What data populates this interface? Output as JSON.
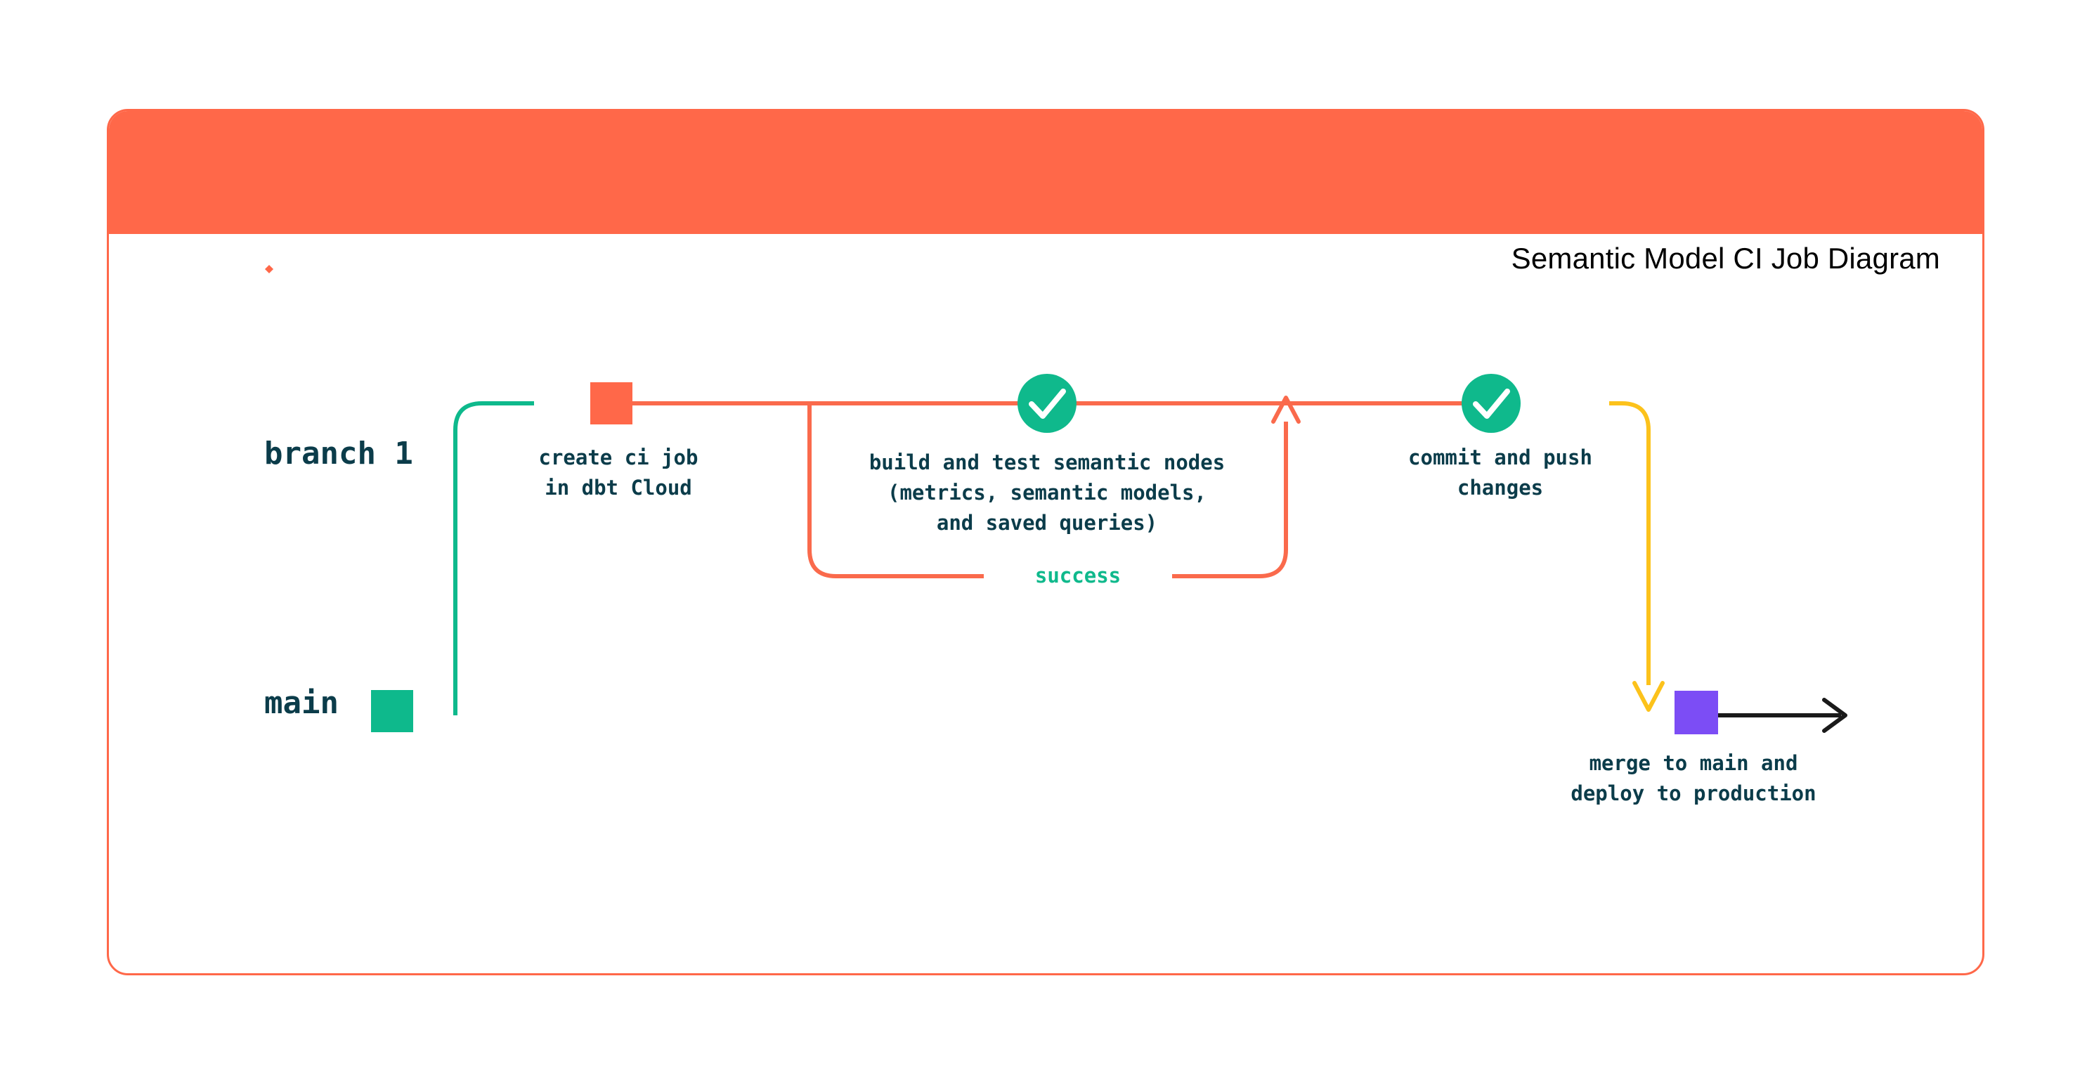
{
  "card": {
    "title": "Semantic Model CI Job Diagram",
    "logo_icon": "dbt-logo-icon",
    "border_color": "#FF6849",
    "header_color": "#FF6849"
  },
  "diagram": {
    "type": "git-branch-flow",
    "lanes": [
      {
        "name": "branch-1",
        "label": "branch 1",
        "color": "#F4573B"
      },
      {
        "name": "main",
        "label": "main",
        "color": "#0EB98C"
      }
    ],
    "nodes": [
      {
        "name": "create-ci-job",
        "marker": "square",
        "marker_color": "#FF6849",
        "lane": "branch-1",
        "caption": "create ci job\nin dbt Cloud"
      },
      {
        "name": "build-and-test",
        "marker": "check-circle",
        "marker_color": "#0FB98C",
        "lane": "branch-1",
        "caption": "build and test semantic nodes\n(metrics, semantic models,\nand saved queries)"
      },
      {
        "name": "commit-and-push",
        "marker": "check-circle",
        "marker_color": "#0FB98C",
        "lane": "branch-1",
        "caption": "commit and push\nchanges"
      },
      {
        "name": "merge-to-main",
        "marker": "square",
        "marker_color": "#7C4DF5",
        "lane": "main",
        "caption": "merge to main and\ndeploy to production"
      }
    ],
    "loop": {
      "name": "retry-loop",
      "label": "success",
      "label_color": "#0FB98C",
      "stroke_color": "#FA6A4C"
    },
    "colors": {
      "branch_teal": "#0EB98C",
      "branch_orange": "#FA6A4C",
      "merge_yellow": "#FCC21B",
      "node_purple": "#7C4DF5",
      "check_green": "#0FB98C",
      "text_navy": "#0B3C4A",
      "arrow_black": "#1A1A1A"
    }
  }
}
